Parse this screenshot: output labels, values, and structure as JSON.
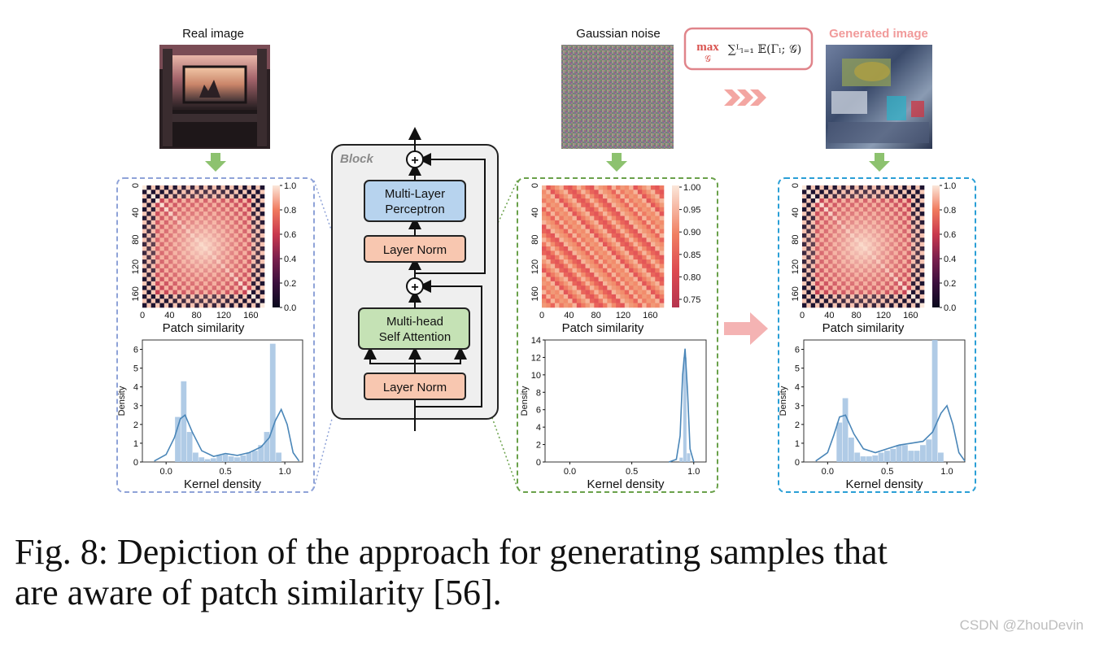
{
  "figure": {
    "real_image_title": "Real image",
    "noise_title": "Gaussian noise",
    "generated_title": "Generated image",
    "objective": {
      "max_label": "max",
      "max_sub": "𝒢",
      "formula": "∑ᴸₗ₌₁ 𝔼(Γₗ; 𝒢)"
    },
    "block": {
      "title": "Block",
      "mlp_line1": "Multi-Layer",
      "mlp_line2": "Perceptron",
      "ln_top": "Layer Norm",
      "attn_line1": "Multi-head",
      "attn_line2": "Self Attention",
      "ln_bottom": "Layer Norm",
      "plus": "+"
    },
    "heatmap_xlabel": "Patch similarity",
    "density_xlabel": "Kernel density",
    "density_ylabel": "Density",
    "colors": {
      "panel_left_border": "#8fa3d8",
      "panel_mid_border": "#6aa14a",
      "panel_right_border": "#2a9fd6",
      "mlp_fill": "#b7d3ee",
      "ln_fill": "#f8c7b0",
      "attn_fill": "#c5e2b5",
      "block_fill": "#efefef",
      "arrow_green": "#8dc26f",
      "arrow_pink": "#f4b3b3",
      "objective_border": "#e0848a",
      "max_color": "#d9534f",
      "hist_fill": "#a7c5e3",
      "kde_line": "#4a86b8"
    }
  },
  "chart_data": [
    {
      "type": "heatmap",
      "panel": "real",
      "xlabel": "Patch similarity",
      "x_ticks": [
        "0",
        "40",
        "80",
        "120",
        "160"
      ],
      "y_ticks": [
        "0",
        "40",
        "80",
        "120",
        "160"
      ],
      "colorbar_ticks": [
        "1.0",
        "0.8",
        "0.6",
        "0.4",
        "0.2",
        "0.0"
      ],
      "clim": [
        0.0,
        1.0
      ],
      "pattern": "checkerboard"
    },
    {
      "type": "bar",
      "panel": "real",
      "xlabel": "Kernel density",
      "ylabel": "Density",
      "x_ticks": [
        "0.0",
        "0.5",
        "1.0"
      ],
      "y_ticks": [
        "0",
        "1",
        "2",
        "3",
        "4",
        "5",
        "6"
      ],
      "xlim": [
        -0.2,
        1.15
      ],
      "ylim": [
        0,
        6.5
      ],
      "bins": [
        0.1,
        0.15,
        0.2,
        0.25,
        0.3,
        0.35,
        0.4,
        0.45,
        0.5,
        0.55,
        0.6,
        0.65,
        0.7,
        0.75,
        0.8,
        0.85,
        0.9,
        0.95,
        1.0
      ],
      "values": [
        2.4,
        4.3,
        1.6,
        0.5,
        0.25,
        0.15,
        0.2,
        0.35,
        0.4,
        0.3,
        0.25,
        0.35,
        0.5,
        0.6,
        0.9,
        1.6,
        6.3,
        0.5
      ],
      "kde": [
        [
          -0.1,
          0.05
        ],
        [
          0.0,
          0.4
        ],
        [
          0.07,
          1.3
        ],
        [
          0.12,
          2.3
        ],
        [
          0.16,
          2.5
        ],
        [
          0.22,
          1.6
        ],
        [
          0.3,
          0.6
        ],
        [
          0.4,
          0.3
        ],
        [
          0.5,
          0.45
        ],
        [
          0.6,
          0.35
        ],
        [
          0.7,
          0.5
        ],
        [
          0.8,
          0.8
        ],
        [
          0.87,
          1.3
        ],
        [
          0.92,
          2.2
        ],
        [
          0.97,
          2.8
        ],
        [
          1.02,
          2.0
        ],
        [
          1.07,
          0.5
        ],
        [
          1.12,
          0.05
        ]
      ]
    },
    {
      "type": "heatmap",
      "panel": "noise",
      "xlabel": "Patch similarity",
      "x_ticks": [
        "0",
        "40",
        "80",
        "120",
        "160"
      ],
      "y_ticks": [
        "0",
        "40",
        "80",
        "120",
        "160"
      ],
      "colorbar_ticks": [
        "1.00",
        "0.95",
        "0.90",
        "0.85",
        "0.80",
        "0.75"
      ],
      "clim": [
        0.73,
        1.0
      ],
      "pattern": "uniform-high"
    },
    {
      "type": "bar",
      "panel": "noise",
      "xlabel": "Kernel density",
      "ylabel": "Density",
      "x_ticks": [
        "0.0",
        "0.5",
        "1.0"
      ],
      "y_ticks": [
        "0",
        "2",
        "4",
        "6",
        "8",
        "10",
        "12",
        "14"
      ],
      "xlim": [
        -0.2,
        1.1
      ],
      "ylim": [
        0,
        14
      ],
      "bins": [
        0.9,
        0.93,
        0.96
      ],
      "values": [
        0.5,
        12.0,
        1.0
      ],
      "kde": [
        [
          0.8,
          0.0
        ],
        [
          0.86,
          0.3
        ],
        [
          0.89,
          3.0
        ],
        [
          0.91,
          10.0
        ],
        [
          0.93,
          13.0
        ],
        [
          0.95,
          8.0
        ],
        [
          0.97,
          1.5
        ],
        [
          1.0,
          0.0
        ]
      ]
    },
    {
      "type": "heatmap",
      "panel": "generated",
      "xlabel": "Patch similarity",
      "x_ticks": [
        "0",
        "40",
        "80",
        "120",
        "160"
      ],
      "y_ticks": [
        "0",
        "40",
        "80",
        "120",
        "160"
      ],
      "colorbar_ticks": [
        "1.0",
        "0.8",
        "0.6",
        "0.4",
        "0.2",
        "0.0"
      ],
      "clim": [
        0.0,
        1.0
      ],
      "pattern": "checkerboard"
    },
    {
      "type": "bar",
      "panel": "generated",
      "xlabel": "Kernel density",
      "ylabel": "Density",
      "x_ticks": [
        "0.0",
        "0.5",
        "1.0"
      ],
      "y_ticks": [
        "0",
        "1",
        "2",
        "3",
        "4",
        "5",
        "6"
      ],
      "xlim": [
        -0.2,
        1.15
      ],
      "ylim": [
        0,
        6.5
      ],
      "bins": [
        0.1,
        0.15,
        0.2,
        0.25,
        0.3,
        0.35,
        0.4,
        0.45,
        0.5,
        0.55,
        0.6,
        0.65,
        0.7,
        0.75,
        0.8,
        0.85,
        0.9,
        0.95,
        1.0
      ],
      "values": [
        2.1,
        3.4,
        1.3,
        0.5,
        0.3,
        0.3,
        0.35,
        0.5,
        0.6,
        0.7,
        0.9,
        0.9,
        0.6,
        0.6,
        0.9,
        1.2,
        6.5,
        0.5
      ],
      "kde": [
        [
          -0.1,
          0.05
        ],
        [
          0.0,
          0.5
        ],
        [
          0.05,
          1.4
        ],
        [
          0.1,
          2.4
        ],
        [
          0.15,
          2.5
        ],
        [
          0.22,
          1.5
        ],
        [
          0.3,
          0.7
        ],
        [
          0.4,
          0.5
        ],
        [
          0.5,
          0.7
        ],
        [
          0.6,
          0.9
        ],
        [
          0.7,
          1.0
        ],
        [
          0.8,
          1.1
        ],
        [
          0.88,
          1.6
        ],
        [
          0.95,
          2.6
        ],
        [
          1.0,
          3.0
        ],
        [
          1.05,
          2.0
        ],
        [
          1.1,
          0.5
        ],
        [
          1.15,
          0.05
        ]
      ]
    }
  ],
  "caption": {
    "line1": "Fig. 8: Depiction of the approach for generating samples that",
    "line2": "are aware of patch similarity [56]."
  },
  "watermark": "CSDN @ZhouDevin"
}
